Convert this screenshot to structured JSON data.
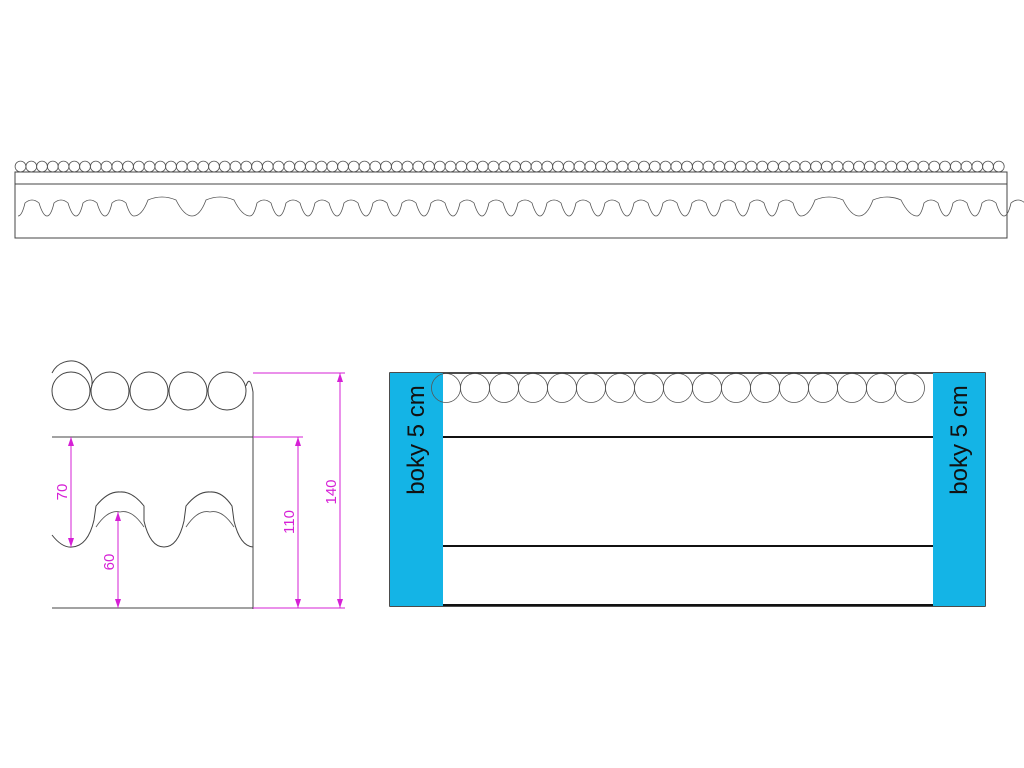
{
  "colors": {
    "dimension": "#d620d6",
    "side_panel": "#14b4e6",
    "outline": "#444444"
  },
  "dimensions": {
    "bump_height": "70",
    "base_height": "60",
    "mid_height": "110",
    "total_height": "140"
  },
  "side_panels": {
    "left_label": "boky 5 cm",
    "right_label": "boky 5 cm"
  }
}
